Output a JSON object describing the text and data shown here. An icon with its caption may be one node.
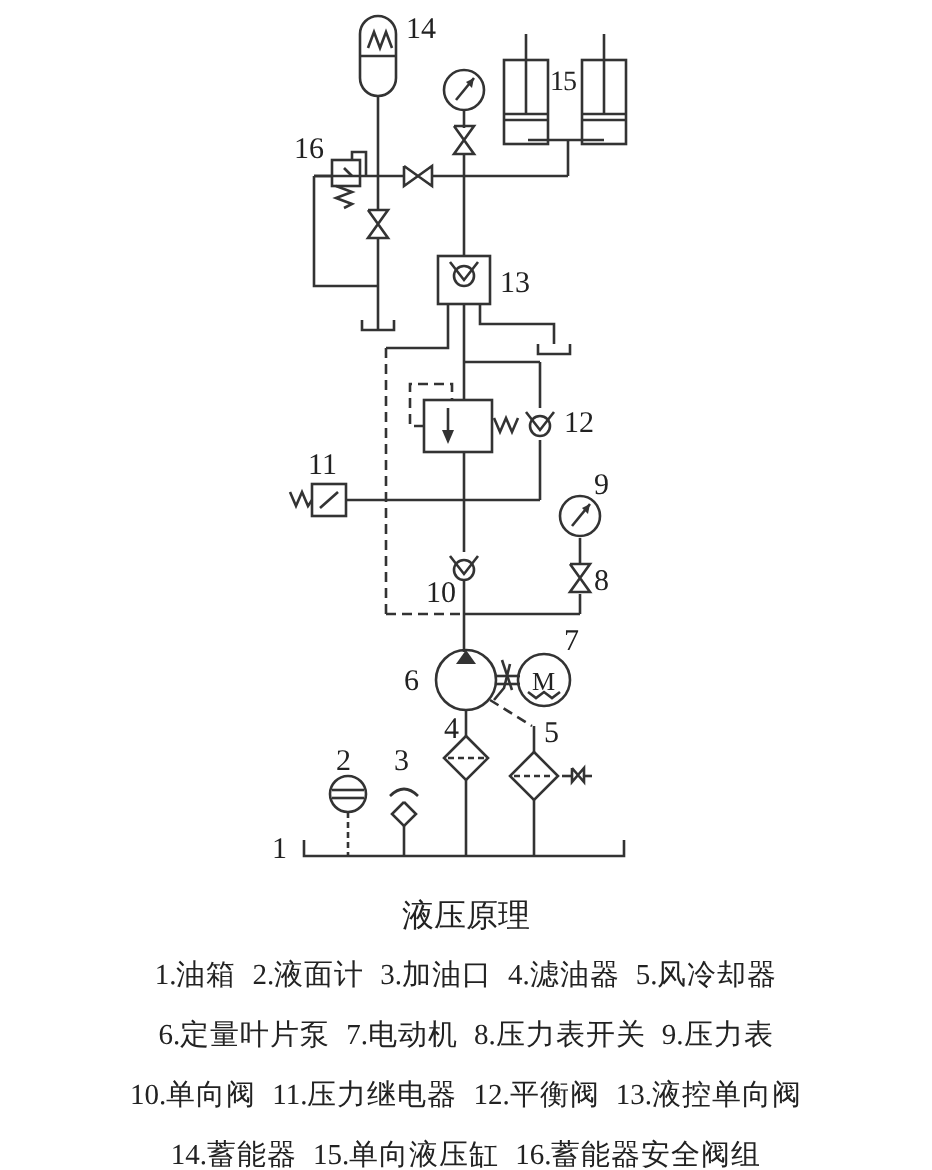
{
  "diagram": {
    "caption": "液压原理",
    "labels": [
      "14",
      "15",
      "16",
      "13",
      "12",
      "11",
      "9",
      "10",
      "8",
      "7",
      "6",
      "M",
      "4",
      "5",
      "2",
      "3",
      "1",
      "1.油箱",
      "2.液面计",
      "3.加油口",
      "4.滤油器",
      "5.风冷却器",
      "6.定量叶片泵",
      "7.电动机",
      "8.压力表开关",
      "9.压力表",
      "10.单向阀",
      "11.压力继电器",
      "12.平衡阀",
      "13.液控单向阀",
      "14.蓄能器",
      "15.单向液压缸",
      "16.蓄能器安全阀组"
    ]
  }
}
